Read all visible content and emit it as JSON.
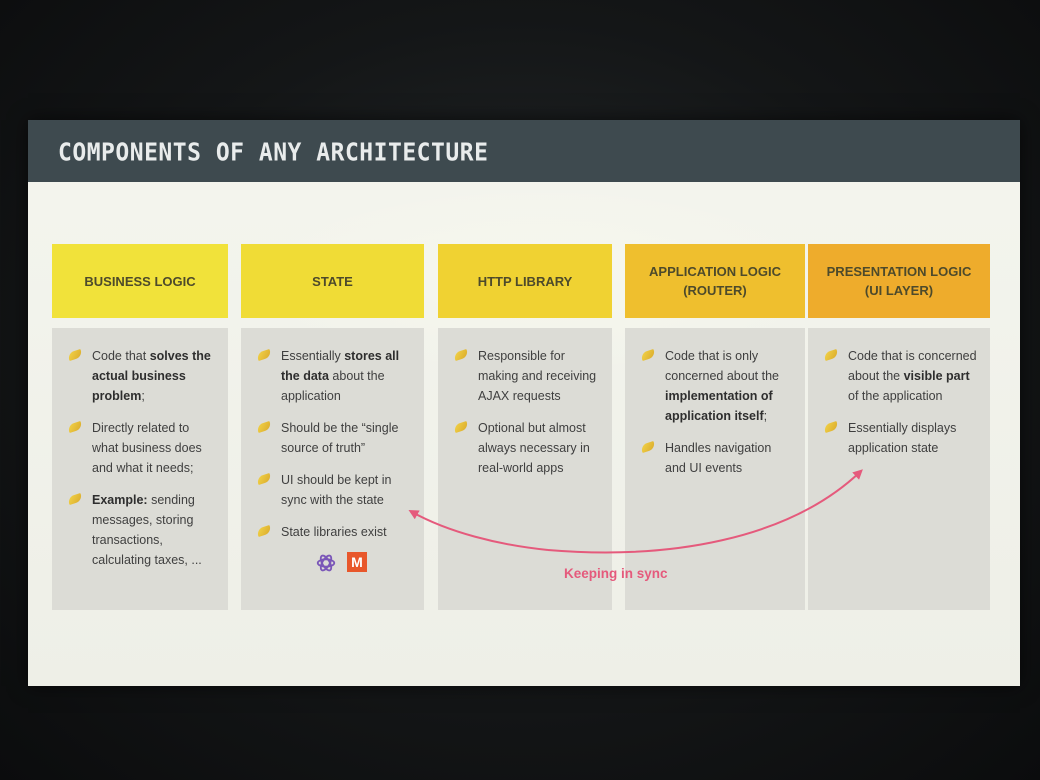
{
  "slide": {
    "title": "COMPONENTS OF ANY ARCHITECTURE",
    "accent_colors": [
      "#f1e23a",
      "#f0dc36",
      "#f0d232",
      "#efbf2e",
      "#eeac2c"
    ],
    "arrow_color": "#e55a7c"
  },
  "columns": [
    {
      "heading": "BUSINESS LOGIC",
      "bullets": [
        [
          {
            "t": "Code that "
          },
          {
            "t": "solves the actual business",
            "b": true
          },
          {
            "t": " "
          },
          {
            "t": "problem",
            "b": true
          },
          {
            "t": ";"
          }
        ],
        [
          {
            "t": "Directly related to what business does and what it needs;"
          }
        ],
        [
          {
            "t": "Example:",
            "b": true
          },
          {
            "t": " sending messages, storing transactions, calculating taxes, ..."
          }
        ]
      ]
    },
    {
      "heading": "STATE",
      "bullets": [
        [
          {
            "t": "Essentially "
          },
          {
            "t": "stores all the data",
            "b": true
          },
          {
            "t": " about the application"
          }
        ],
        [
          {
            "t": "Should be the “single source of truth”"
          }
        ],
        [
          {
            "t": "UI should be kept in sync with the state"
          }
        ],
        [
          {
            "t": "State libraries exist"
          }
        ]
      ],
      "logos": [
        "redux-logo",
        "mobx-logo"
      ],
      "mobx_glyph": "M"
    },
    {
      "heading": "HTTP LIBRARY",
      "bullets": [
        [
          {
            "t": "Responsible for making and receiving AJAX requests"
          }
        ],
        [
          {
            "t": "Optional but almost always necessary in real-world apps"
          }
        ]
      ]
    },
    {
      "heading": "APPLICATION LOGIC\n(ROUTER)",
      "bullets": [
        [
          {
            "t": "Code that is only concerned about the "
          },
          {
            "t": "implementation of application itself",
            "b": true
          },
          {
            "t": ";"
          }
        ],
        [
          {
            "t": "Handles navigation and UI events"
          }
        ]
      ]
    },
    {
      "heading": "PRESENTATION LOGIC\n(UI LAYER)",
      "bullets": [
        [
          {
            "t": "Code that is concerned about the "
          },
          {
            "t": "visible part",
            "b": true
          },
          {
            "t": " of the application"
          }
        ],
        [
          {
            "t": "Essentially displays application state"
          }
        ]
      ]
    }
  ],
  "sync_label": "Keeping in sync"
}
